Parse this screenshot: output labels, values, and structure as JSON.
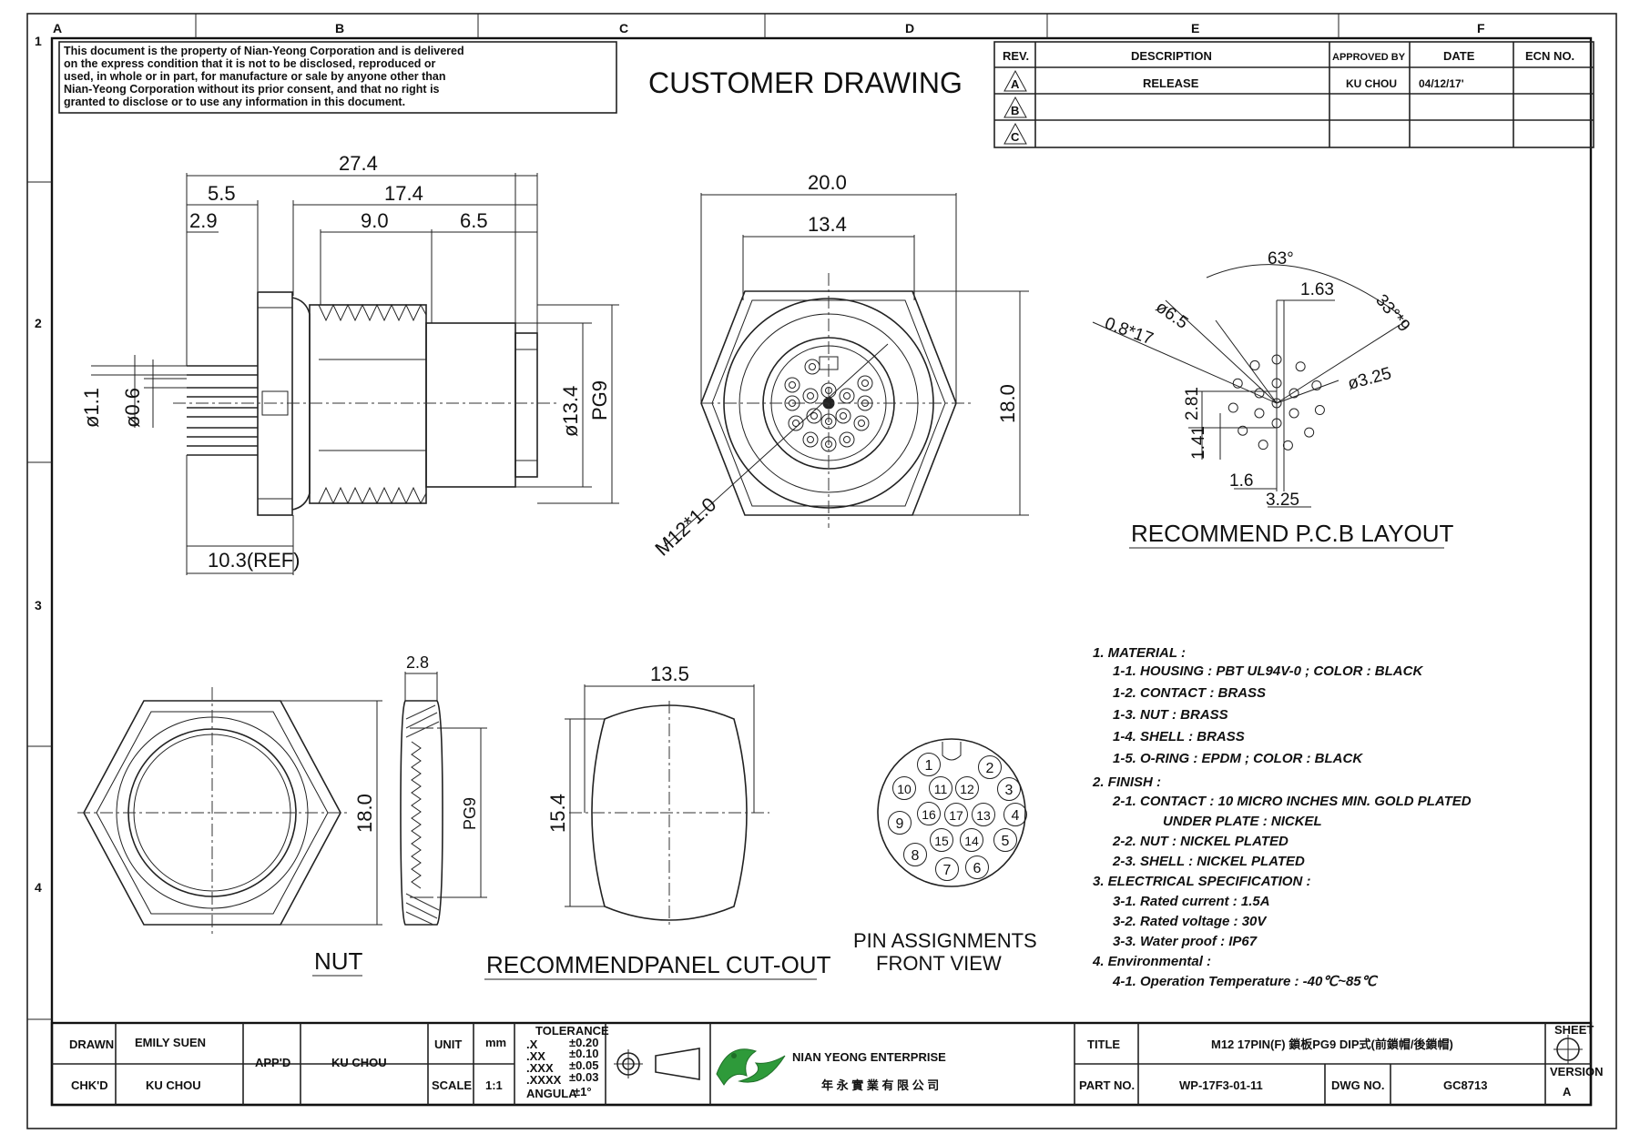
{
  "sheet": {
    "zones_top": [
      "A",
      "B",
      "C",
      "D",
      "E",
      "F"
    ],
    "zones_left": [
      "1",
      "2",
      "3",
      "4"
    ]
  },
  "disclaimer": [
    "This document is the property of Nian-Yeong Corporation and is delivered",
    "on  the  express condition that it is not to be disclosed, reproduced or",
    "used, in whole or in part, for manufacture or sale by anyone other than",
    "Nian-Yeong Corporation without  its prior consent, and that  no right  is",
    "granted to disclose or  to use any information in this  document."
  ],
  "drawing_title": "CUSTOMER  DRAWING",
  "revision_table": {
    "headers": [
      "REV.",
      "DESCRIPTION",
      "APPROVED BY",
      "DATE",
      "ECN NO."
    ],
    "rows": [
      {
        "rev": "A",
        "description": "RELEASE",
        "approved_by": "KU CHOU",
        "date": "04/12/17'",
        "ecn": ""
      },
      {
        "rev": "B",
        "description": "",
        "approved_by": "",
        "date": "",
        "ecn": ""
      },
      {
        "rev": "C",
        "description": "",
        "approved_by": "",
        "date": "",
        "ecn": ""
      }
    ]
  },
  "side_view": {
    "dims": {
      "overall": "27.4",
      "d55": "5.5",
      "d29": "2.9",
      "d174": "17.4",
      "d90": "9.0",
      "d65": "6.5",
      "d11": "ø1.1",
      "d06": "ø0.6",
      "d134": "ø13.4",
      "pg9": "PG9",
      "ref": "10.3(REF)"
    }
  },
  "front_view": {
    "dims": {
      "w200": "20.0",
      "w134": "13.4",
      "h180": "18.0",
      "thread": "M12*1.0"
    }
  },
  "pcb_layout": {
    "title": "RECOMMEND  P.C.B  LAYOUT",
    "dims": {
      "angle": "63°",
      "d163": "1.63",
      "d65": "ø6.5",
      "d33x9": "33°*9",
      "d08x17": "0.8*17",
      "d325": "ø3.25",
      "d281": "2.81",
      "d141": "1.41",
      "d16": "1.6",
      "d325b": "3.25"
    }
  },
  "nut_view": {
    "label": "NUT",
    "dims": {
      "h180": "18.0",
      "w28": "2.8",
      "pg9": "PG9"
    }
  },
  "cutout_view": {
    "label": "RECOMMENDPANEL  CUT-OUT",
    "dims": {
      "w135": "13.5",
      "h154": "15.4"
    }
  },
  "pin_view": {
    "label_line1": "PIN  ASSIGNMENTS",
    "label_line2": "FRONT  VIEW",
    "pins": [
      "1",
      "2",
      "3",
      "4",
      "5",
      "6",
      "7",
      "8",
      "9",
      "10",
      "11",
      "12",
      "13",
      "14",
      "15",
      "16",
      "17"
    ]
  },
  "notes": [
    "1.  MATERIAL  :",
    "1-1.  HOUSING  :  PBT  UL94V-0  ;  COLOR  :  BLACK",
    "1-2.  CONTACT  :  BRASS",
    "1-3.  NUT  :  BRASS",
    "1-4.  SHELL  :  BRASS",
    "1-5.  O-RING  :  EPDM  ;  COLOR  :  BLACK",
    "2.  FINISH  :",
    "2-1.  CONTACT  :  10  MICRO  INCHES  MIN.  GOLD  PLATED",
    "UNDER  PLATE  :  NICKEL",
    "2-2.  NUT  :  NICKEL  PLATED",
    "2-3.  SHELL  :  NICKEL  PLATED",
    "3.  ELECTRICAL  SPECIFICATION  :",
    "3-1.  Rated  current  :  1.5A",
    "3-2.  Rated  voltage  :  30V",
    "3-3.  Water  proof  :  IP67",
    "4.  Environmental  :",
    "4-1.  Operation  Temperature  :  -40℃~85℃"
  ],
  "title_block": {
    "drawn_label": "DRAWN",
    "drawn": "EMILY SUEN",
    "chkd_label": "CHK'D",
    "chkd": "KU CHOU",
    "appd_label": "APP'D",
    "appd": "KU CHOU",
    "unit_label": "UNIT",
    "unit": "mm",
    "scale_label": "SCALE",
    "scale": "1:1",
    "tolerance_label": "TOLERANCE",
    "tolerances": [
      {
        "k": ".X",
        "v": "±0.20"
      },
      {
        "k": ".XX",
        "v": "±0.10"
      },
      {
        "k": ".XXX",
        "v": "±0.05"
      },
      {
        "k": ".XXXX",
        "v": "±0.03"
      },
      {
        "k": "ANGULA",
        "v": "±1°"
      }
    ],
    "company_en": "NIAN YEONG ENTERPRISE",
    "company_zh": "年 永 實 業 有 限 公 司",
    "title_label": "TITLE",
    "title": "M12  17PIN(F)  鎖板PG9  DIP式(前鎖帽/後鎖帽)",
    "part_label": "PART NO.",
    "part_no": "WP-17F3-01-11",
    "dwg_label": "DWG NO.",
    "dwg_no": "GC8713",
    "sheet_label": "SHEET",
    "version_label": "VERSION",
    "version": "A"
  },
  "colors": {
    "ink": "#111111",
    "logo_green": "#2e9a3a"
  }
}
